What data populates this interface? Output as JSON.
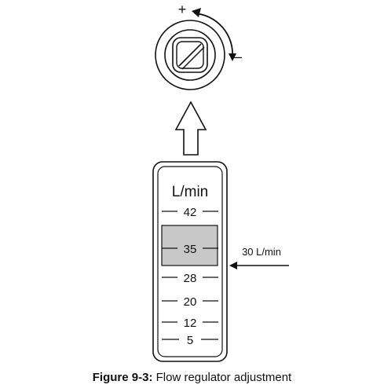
{
  "knob": {
    "plus_label": "+",
    "minus_label": "–"
  },
  "flowmeter": {
    "unit_label": "L/min",
    "scale": [
      "42",
      "35",
      "28",
      "20",
      "12",
      "5"
    ],
    "highlighted_value": "35",
    "indicator_label": "30 L/min"
  },
  "caption": {
    "prefix": "Figure 9-3:",
    "text": "Flow regulator adjustment"
  },
  "colors": {
    "highlight": "#c8c8c8",
    "stroke": "#111111"
  }
}
